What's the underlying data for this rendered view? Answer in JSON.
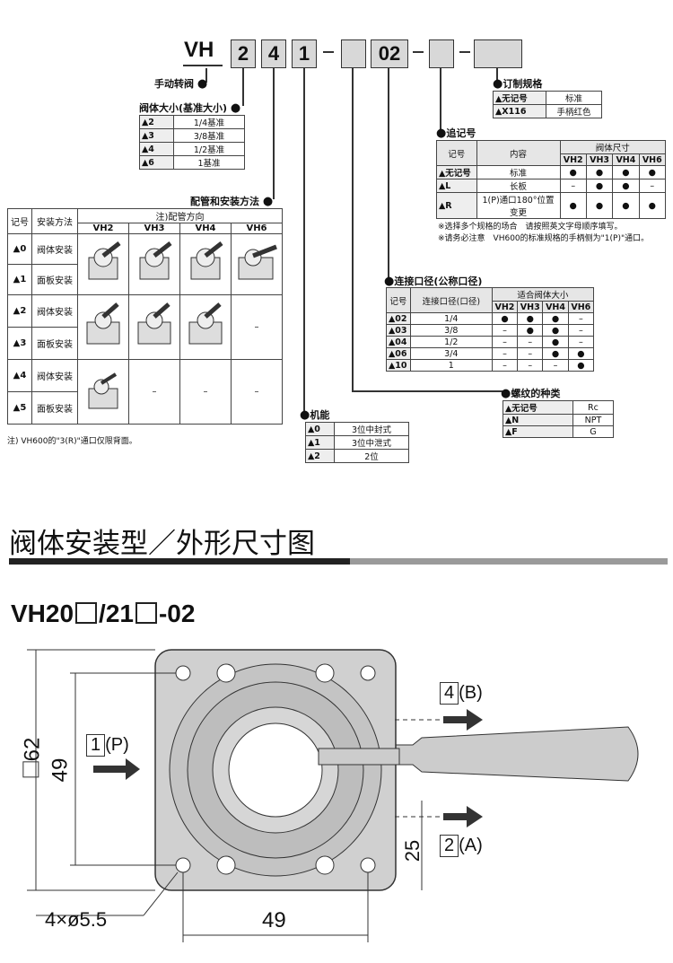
{
  "code": {
    "prefix": "VH",
    "boxes": [
      "2",
      "4",
      "1",
      "",
      "02",
      "",
      ""
    ]
  },
  "labels": {
    "manual_valve": "手动转阀",
    "body_size": "阀体大小(基准大小)",
    "piping": "配管和安装方法",
    "custom": "订制规格",
    "suffix": "追记号",
    "port": "连接口径(公称口径)",
    "function": "机能",
    "thread": "螺纹的种类"
  },
  "body_size": [
    {
      "code": "▲2",
      "val": "1/4基准"
    },
    {
      "code": "▲3",
      "val": "3/8基准"
    },
    {
      "code": "▲4",
      "val": "1/2基准"
    },
    {
      "code": "▲6",
      "val": "1基准"
    }
  ],
  "custom": [
    {
      "code": "▲无记号",
      "val": "标准"
    },
    {
      "code": "▲X116",
      "val": "手柄红色"
    }
  ],
  "suffix": {
    "headers": [
      "记号",
      "内容",
      "阀体尺寸"
    ],
    "sizes": [
      "VH2",
      "VH3",
      "VH4",
      "VH6"
    ],
    "rows": [
      {
        "code": "▲无记号",
        "content": "标准",
        "vals": [
          "●",
          "●",
          "●",
          "●"
        ]
      },
      {
        "code": "▲L",
        "content": "长板",
        "vals": [
          "–",
          "●",
          "●",
          "–"
        ]
      },
      {
        "code": "▲R",
        "content": "1(P)通口180°位置变更",
        "vals": [
          "●",
          "●",
          "●",
          "●"
        ]
      }
    ],
    "notes": [
      "※选择多个规格的场合　请按照英文字母顺序填写。",
      "※请务必注意　VH600的标准规格的手柄侧为\"1(P)\"通口。"
    ]
  },
  "port": {
    "headers": [
      "记号",
      "连接口径(口径)",
      "适合阀体大小"
    ],
    "sizes": [
      "VH2",
      "VH3",
      "VH4",
      "VH6"
    ],
    "rows": [
      {
        "code": "▲02",
        "size": "1/4",
        "vals": [
          "●",
          "●",
          "●",
          "–"
        ]
      },
      {
        "code": "▲03",
        "size": "3/8",
        "vals": [
          "–",
          "●",
          "●",
          "–"
        ]
      },
      {
        "code": "▲04",
        "size": "1/2",
        "vals": [
          "–",
          "–",
          "●",
          "–"
        ]
      },
      {
        "code": "▲06",
        "size": "3/4",
        "vals": [
          "–",
          "–",
          "●",
          "●"
        ]
      },
      {
        "code": "▲10",
        "size": "1",
        "vals": [
          "–",
          "–",
          "–",
          "●"
        ]
      }
    ]
  },
  "thread": [
    {
      "code": "▲无记号",
      "val": "Rc"
    },
    {
      "code": "▲N",
      "val": "NPT"
    },
    {
      "code": "▲F",
      "val": "G"
    }
  ],
  "function": [
    {
      "code": "▲0",
      "val": "3位中封式"
    },
    {
      "code": "▲1",
      "val": "3位中泄式"
    },
    {
      "code": "▲2",
      "val": "2位"
    }
  ],
  "piping": {
    "h_code": "记号",
    "h_method": "安装方法",
    "h_dir": "注)配管方向",
    "sizes": [
      "VH2",
      "VH3",
      "VH4",
      "VH6"
    ],
    "rows": [
      {
        "code": "▲0",
        "method": "阀体安装"
      },
      {
        "code": "▲1",
        "method": "面板安装"
      },
      {
        "code": "▲2",
        "method": "阀体安装"
      },
      {
        "code": "▲3",
        "method": "面板安装"
      },
      {
        "code": "▲4",
        "method": "阀体安装"
      },
      {
        "code": "▲5",
        "method": "面板安装"
      }
    ],
    "dash": "–",
    "note": "注) VH600的\"3(R)\"通口仅限背面。"
  },
  "section_title": "阀体安装型／外形尺寸图",
  "model": {
    "a": "VH20",
    "b": "/21",
    "c": "-02"
  },
  "drawing": {
    "dim_62": "62",
    "dim_49_v": "49",
    "dim_49_h": "49",
    "dim_25": "25",
    "holes": "4×ø5.5",
    "port_p_num": "1",
    "port_p": "(P)",
    "port_b_num": "4",
    "port_b": "(B)",
    "port_a_num": "2",
    "port_a": "(A)"
  }
}
